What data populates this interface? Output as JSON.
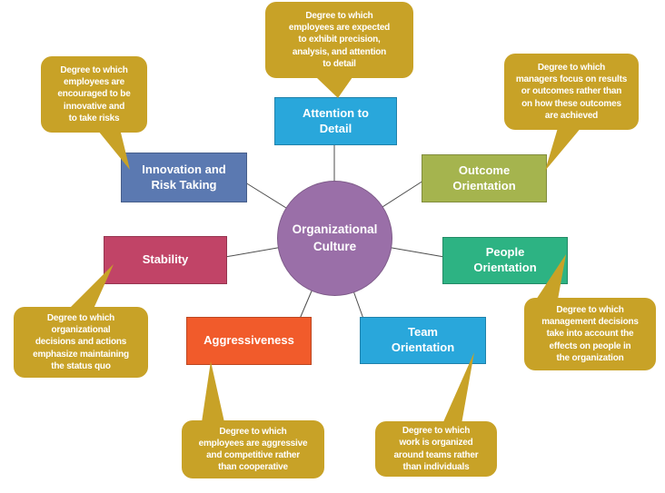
{
  "colors": {
    "callout": "#C8A227",
    "connector": "#4D4D4D",
    "text": "#FFFFFF",
    "center": "#9A6FA8"
  },
  "center": {
    "label": "Organizational\nCulture"
  },
  "nodes": [
    {
      "id": "attention-to-detail",
      "label": "Attention to\nDetail",
      "color": "#29A7DB",
      "description": "Degree to which\nemployees are expected\nto exhibit precision,\nanalysis, and attention\nto detail"
    },
    {
      "id": "innovation-and-risk-taking",
      "label": "Innovation and\nRisk Taking",
      "color": "#5B79B1",
      "description": "Degree to which\nemployees are\nencouraged to be\ninnovative and\nto take risks"
    },
    {
      "id": "outcome-orientation",
      "label": "Outcome\nOrientation",
      "color": "#A5B44E",
      "description": "Degree to which\nmanagers focus on results\nor outcomes rather than\non how these outcomes\nare achieved"
    },
    {
      "id": "stability",
      "label": "Stability",
      "color": "#C14467",
      "description": "Degree to which\norganizational\ndecisions and actions\nemphasize maintaining\nthe status quo"
    },
    {
      "id": "people-orientation",
      "label": "People\nOrientation",
      "color": "#2DB383",
      "description": "Degree to which\nmanagement decisions\ntake into account the\neffects on people in\nthe organization"
    },
    {
      "id": "aggressiveness",
      "label": "Aggressiveness",
      "color": "#F15B2B",
      "description": "Degree to which\nemployees are aggressive\nand competitive rather\nthan cooperative"
    },
    {
      "id": "team-orientation",
      "label": "Team\nOrientation",
      "color": "#29A7DB",
      "description": "Degree to which\nwork is organized\naround teams rather\nthan individuals"
    }
  ]
}
